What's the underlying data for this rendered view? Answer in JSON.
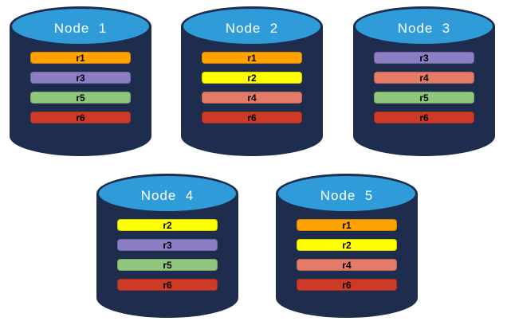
{
  "colors": {
    "background": "#FFFFFF",
    "cylinder_body": "#1E2C4E",
    "cylinder_top": "#2F9CD9",
    "node_label_text": "#FFFFFF",
    "replica_label_text": "#000000"
  },
  "replica_palette": {
    "r1": "#FFA200",
    "r2": "#FFFF00",
    "r3": "#8B7EC5",
    "r4": "#E37B68",
    "r5": "#90C77D",
    "r6": "#CD3B26"
  },
  "nodes": [
    {
      "label": "Node  1",
      "replicas": [
        {
          "id": "r1",
          "color": "#FFA200"
        },
        {
          "id": "r3",
          "color": "#8B7EC5"
        },
        {
          "id": "r5",
          "color": "#90C77D"
        },
        {
          "id": "r6",
          "color": "#CD3B26"
        }
      ]
    },
    {
      "label": "Node  2",
      "replicas": [
        {
          "id": "r1",
          "color": "#FFA200"
        },
        {
          "id": "r2",
          "color": "#FFFF00"
        },
        {
          "id": "r4",
          "color": "#E37B68"
        },
        {
          "id": "r6",
          "color": "#CD3B26"
        }
      ]
    },
    {
      "label": "Node  3",
      "replicas": [
        {
          "id": "r3",
          "color": "#8B7EC5"
        },
        {
          "id": "r4",
          "color": "#E37B68"
        },
        {
          "id": "r5",
          "color": "#90C77D"
        },
        {
          "id": "r6",
          "color": "#CD3B26"
        }
      ]
    },
    {
      "label": "Node  4",
      "replicas": [
        {
          "id": "r2",
          "color": "#FFFF00"
        },
        {
          "id": "r3",
          "color": "#8B7EC5"
        },
        {
          "id": "r5",
          "color": "#90C77D"
        },
        {
          "id": "r6",
          "color": "#CD3B26"
        }
      ]
    },
    {
      "label": "Node  5",
      "replicas": [
        {
          "id": "r1",
          "color": "#FFA200"
        },
        {
          "id": "r2",
          "color": "#FFFF00"
        },
        {
          "id": "r4",
          "color": "#E37B68"
        },
        {
          "id": "r6",
          "color": "#CD3B26"
        }
      ]
    }
  ]
}
